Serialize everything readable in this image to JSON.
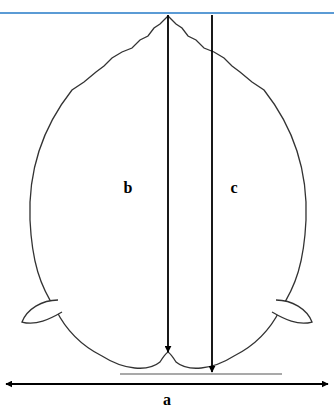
{
  "diagram": {
    "labels": [
      "b",
      "c",
      "a"
    ]
  }
}
